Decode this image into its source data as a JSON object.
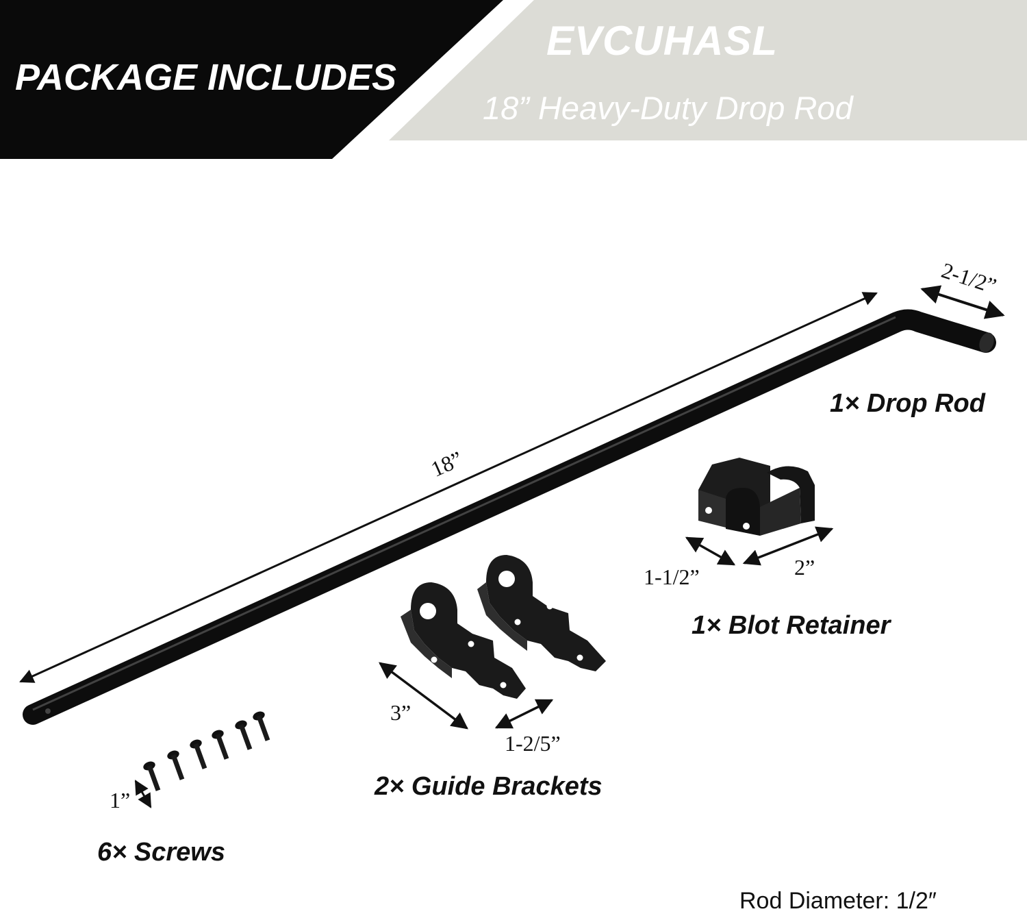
{
  "header": {
    "title": "PACKAGE INCLUDES",
    "brand": "EVCUHASL",
    "subtitle": "18” Heavy-Duty Drop Rod"
  },
  "items": {
    "drop_rod": "1× Drop Rod",
    "blot_retainer": "1× Blot Retainer",
    "guide_brackets": "2× Guide Brackets",
    "screws": "6× Screws"
  },
  "dimensions": {
    "rod_length": "18”",
    "rod_bend": "2-1/2”",
    "retainer_depth": "1-1/2”",
    "retainer_width": "2”",
    "bracket_length": "3”",
    "bracket_width": "1-2/5”",
    "screw_length": "1”"
  },
  "footer": {
    "rod_diameter": "Rod Diameter: 1/2″"
  },
  "colors": {
    "banner_black": "#0a0a0a",
    "banner_gray": "#dcdcd6",
    "product": "#111111"
  }
}
